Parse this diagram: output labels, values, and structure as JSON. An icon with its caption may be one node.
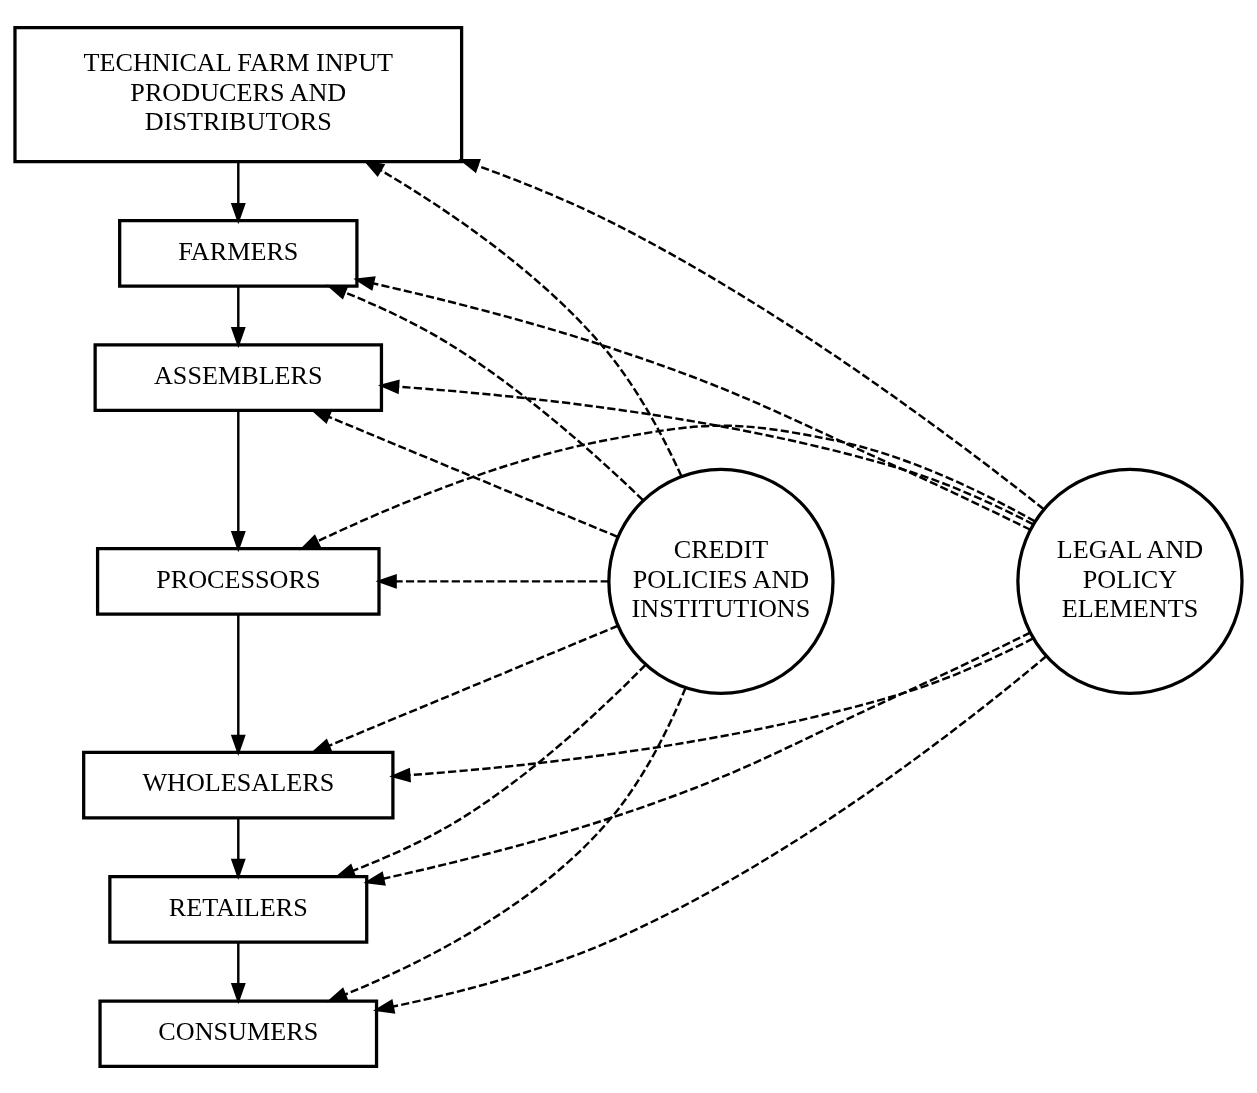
{
  "diagram": {
    "nodes": [
      {
        "text": [
          "TECHNICAL FARM INPUT PRODUCERS AND DISTRIBUTORS"
        ]
      },
      {
        "text": [
          "FARMERS"
        ]
      },
      {
        "text": [
          "ASSEMBLERS"
        ]
      },
      {
        "text": [
          "PROCESSORS"
        ]
      },
      {
        "text": [
          "WHOLESALERS"
        ]
      },
      {
        "text": [
          "RETAILERS"
        ]
      },
      {
        "text": [
          "CONSUMERS"
        ]
      },
      {
        "text": [
          "CREDIT POLICIES AND INSTITUTIONS"
        ]
      },
      {
        "text": [
          "LEGAL AND POLICY ELEMENTS"
        ]
      }
    ],
    "edges": [
      {
        "from": 0,
        "to": 1,
        "arrow": "to"
      },
      {
        "from": 1,
        "to": 2,
        "arrow": "to"
      },
      {
        "from": 2,
        "to": 3,
        "arrow": "to"
      },
      {
        "from": 3,
        "to": 4,
        "arrow": "to"
      },
      {
        "from": 4,
        "to": 5,
        "arrow": "to"
      },
      {
        "from": 5,
        "to": 6,
        "arrow": "to"
      },
      {
        "from": 7,
        "to": 0,
        "arrow": "to",
        "style": "dashed"
      },
      {
        "from": 7,
        "to": 1,
        "arrow": "to",
        "style": "dashed"
      },
      {
        "from": 7,
        "to": 2,
        "arrow": "to",
        "style": "dashed"
      },
      {
        "from": 7,
        "to": 3,
        "arrow": "to",
        "style": "dashed"
      },
      {
        "from": 7,
        "to": 4,
        "arrow": "to",
        "style": "dashed"
      },
      {
        "from": 7,
        "to": 5,
        "arrow": "to",
        "style": "dashed"
      },
      {
        "from": 7,
        "to": 6,
        "arrow": "to",
        "style": "dashed"
      },
      {
        "from": 8,
        "to": 0,
        "arrow": "to",
        "style": "dashed"
      },
      {
        "from": 8,
        "to": 1,
        "arrow": "to",
        "style": "dashed"
      },
      {
        "from": 8,
        "to": 2,
        "arrow": "to",
        "style": "dashed"
      },
      {
        "from": 8,
        "to": 3,
        "arrow": "to",
        "style": "dashed"
      },
      {
        "from": 8,
        "to": 4,
        "arrow": "to",
        "style": "dashed"
      },
      {
        "from": 8,
        "to": 5,
        "arrow": "to",
        "style": "dashed"
      },
      {
        "from": 8,
        "to": 6,
        "arrow": "to",
        "style": "dashed"
      }
    ]
  }
}
